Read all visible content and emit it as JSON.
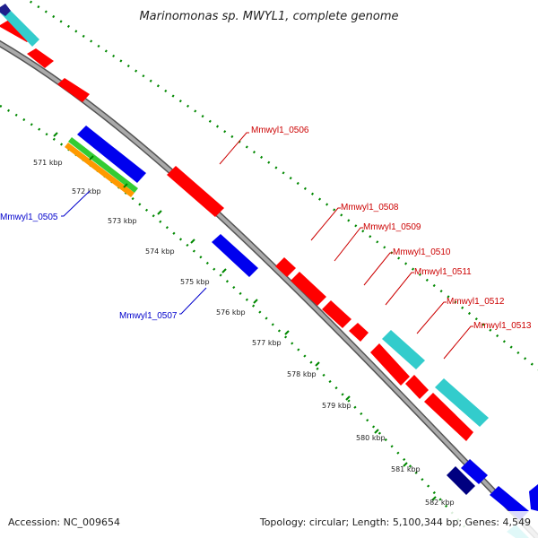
{
  "title": "Marinomonas sp. MWYL1, complete genome",
  "footer": {
    "accession": "Accession: NC_009654",
    "topology": "Topology: circular; Length: 5,100,344 bp; Genes: 4,549"
  },
  "ticks": [
    "571 kbp",
    "572 kbp",
    "573 kbp",
    "574 kbp",
    "575 kbp",
    "576 kbp",
    "577 kbp",
    "578 kbp",
    "579 kbp",
    "580 kbp",
    "581 kbp",
    "582 kbp"
  ],
  "gene_labels": [
    {
      "text": "Mmwyl1_0505",
      "strand": "reverse"
    },
    {
      "text": "Mmwyl1_0506",
      "strand": "forward"
    },
    {
      "text": "Mmwyl1_0507",
      "strand": "reverse"
    },
    {
      "text": "Mmwyl1_0508",
      "strand": "forward"
    },
    {
      "text": "Mmwyl1_0509",
      "strand": "forward"
    },
    {
      "text": "Mmwyl1_0510",
      "strand": "forward"
    },
    {
      "text": "Mmwyl1_0511",
      "strand": "forward"
    },
    {
      "text": "Mmwyl1_0512",
      "strand": "forward"
    },
    {
      "text": "Mmwyl1_0513",
      "strand": "forward"
    }
  ],
  "colors": {
    "backbone": "#999999",
    "backbone_edge": "#555555",
    "forward_cds": "#ff0000",
    "reverse_cds": "#0000ee",
    "dark_blue": "#000080",
    "cyan": "#33cccc",
    "green": "#33cc33",
    "orange": "#ff9900",
    "dotted": "#008800",
    "forward_label": "#cc0000",
    "reverse_label": "#0000cc"
  }
}
